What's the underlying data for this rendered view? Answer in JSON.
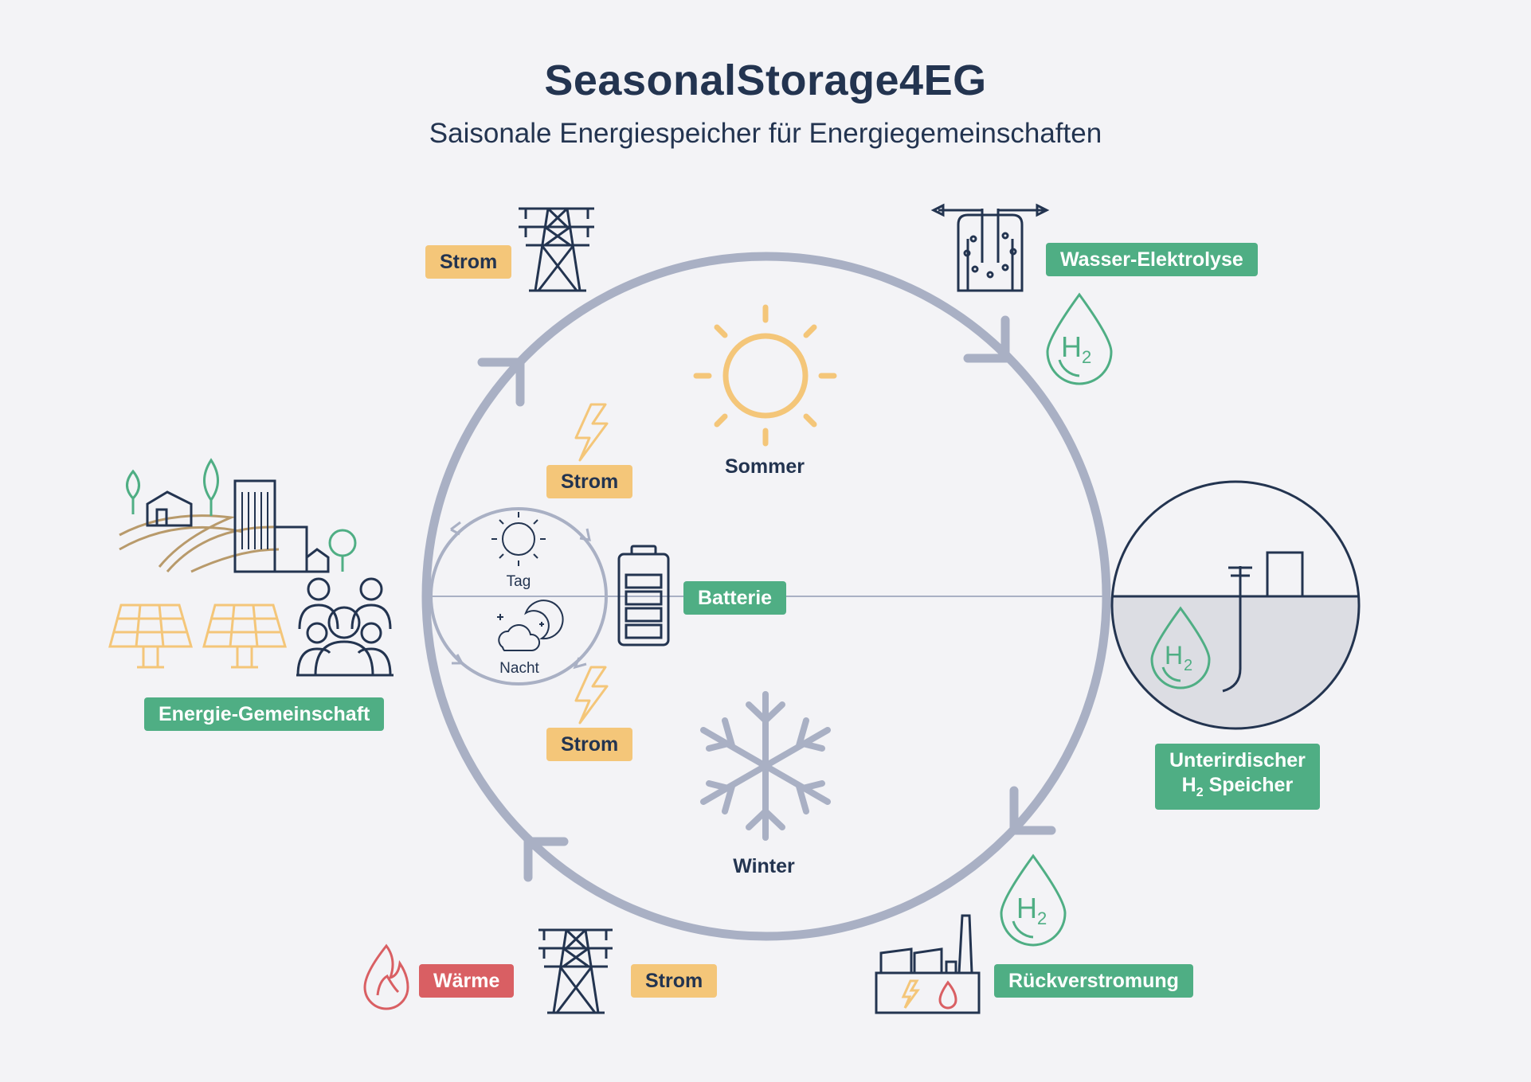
{
  "header": {
    "title": "SeasonalStorage4EG",
    "subtitle": "Saisonale Energiespeicher für Energiegemeinschaften"
  },
  "labels": {
    "strom_top": "Strom",
    "wasser_elektrolyse": "Wasser-Elektrolyse",
    "sommer": "Sommer",
    "strom_upper_inner": "Strom",
    "tag": "Tag",
    "nacht": "Nacht",
    "batterie": "Batterie",
    "strom_lower_inner": "Strom",
    "winter": "Winter",
    "energie_gemeinschaft": "Energie-Gemeinschaft",
    "speicher_line1": "Unterirdischer",
    "speicher_h": "H",
    "speicher_sub": "2",
    "speicher_line2_rest": " Speicher",
    "waerme": "Wärme",
    "strom_bottom": "Strom",
    "rueckverstromung": "Rückverstromung",
    "h2_letter": "H",
    "h2_sub": "2"
  },
  "colors": {
    "background": "#f3f3f6",
    "navy": "#233450",
    "cycle_ring": "#a9b0c4",
    "green": "#4fae84",
    "yellow": "#f4c679",
    "red": "#d95f63",
    "storage_fill": "#dcdde3"
  },
  "icons": [
    "power-tower-icon",
    "electrolyser-icon",
    "hydrogen-drop-icon",
    "sun-icon",
    "lightning-icon",
    "battery-icon",
    "moon-cloud-icon",
    "snowflake-icon",
    "community-icon",
    "solar-panel-icon",
    "people-icon",
    "flame-icon",
    "power-plant-icon",
    "underground-storage-icon"
  ]
}
